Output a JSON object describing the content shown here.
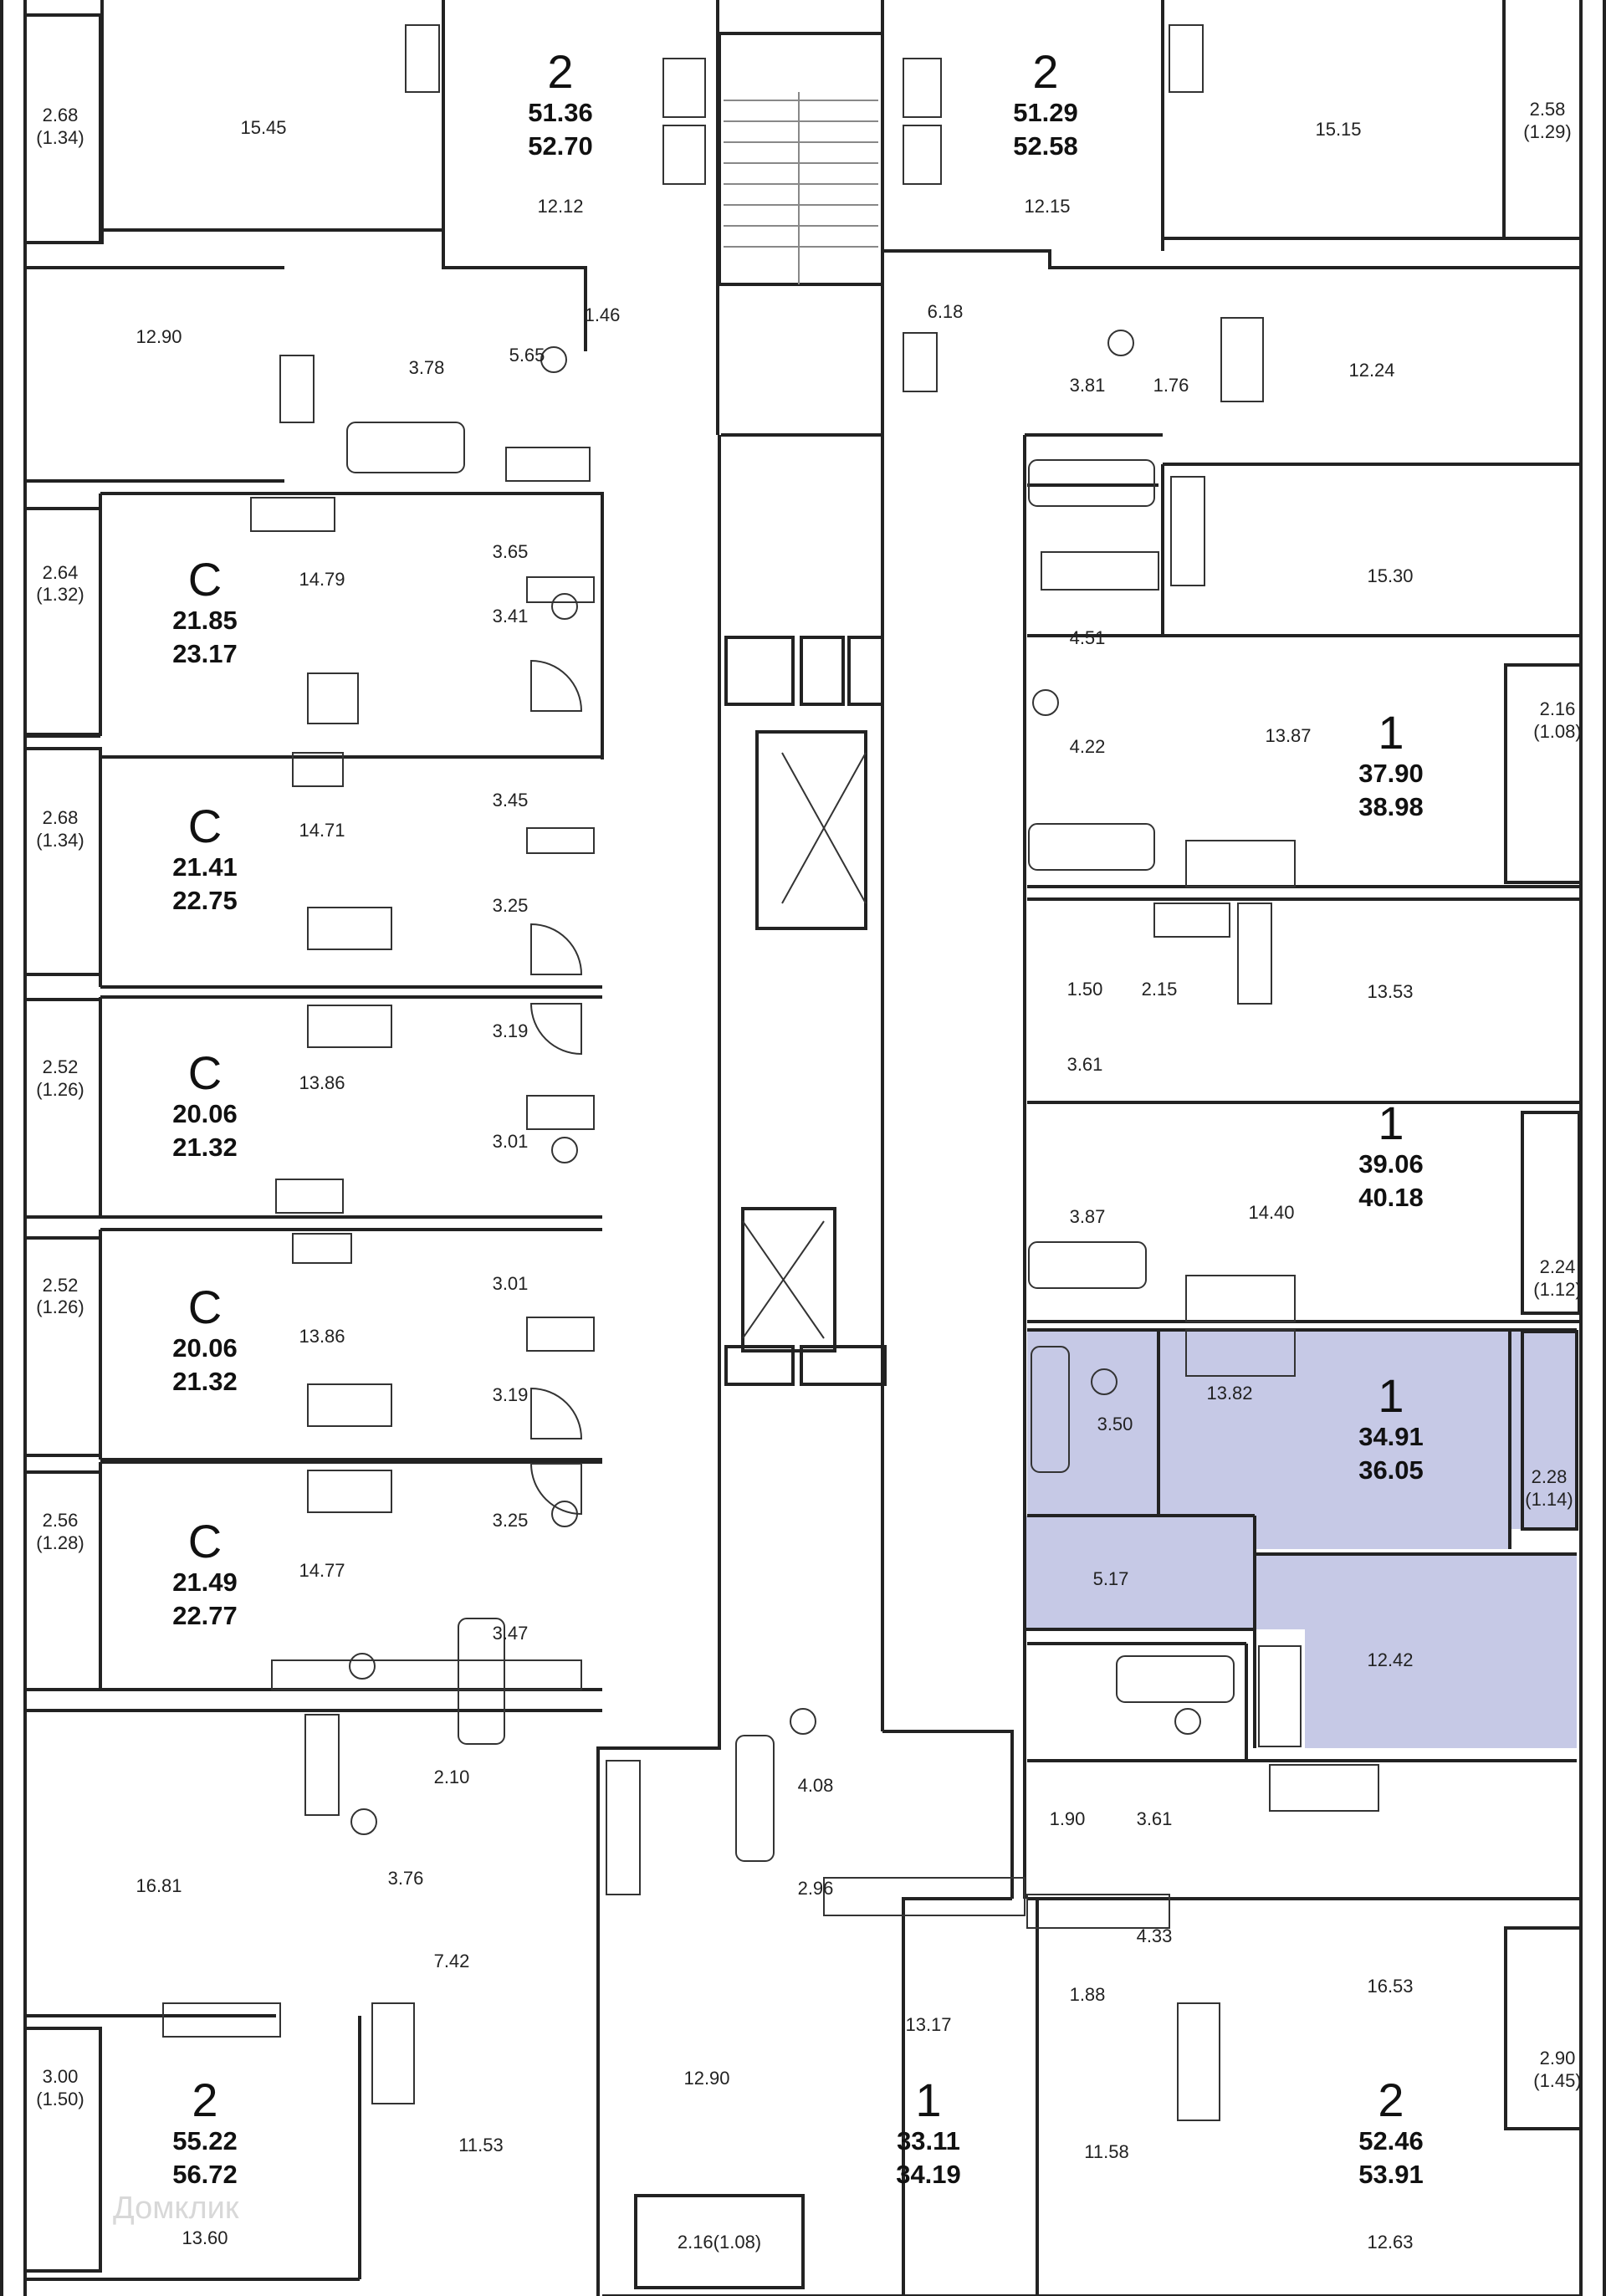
{
  "colors": {
    "wall": "#222222",
    "highlight": "#c6c9e6",
    "hatch": "#222222"
  },
  "apartments": [
    {
      "id": "apt-top-left-2",
      "type": "2",
      "living": "51.36",
      "total": "52.70"
    },
    {
      "id": "apt-top-right-2",
      "type": "2",
      "living": "51.29",
      "total": "52.58"
    },
    {
      "id": "apt-studio-1",
      "type": "С",
      "living": "21.85",
      "total": "23.17"
    },
    {
      "id": "apt-studio-2",
      "type": "С",
      "living": "21.41",
      "total": "22.75"
    },
    {
      "id": "apt-studio-3",
      "type": "С",
      "living": "20.06",
      "total": "21.32"
    },
    {
      "id": "apt-studio-4",
      "type": "С",
      "living": "20.06",
      "total": "21.32"
    },
    {
      "id": "apt-studio-5",
      "type": "С",
      "living": "21.49",
      "total": "22.77"
    },
    {
      "id": "apt-right-1a",
      "type": "1",
      "living": "37.90",
      "total": "38.98"
    },
    {
      "id": "apt-right-1b",
      "type": "1",
      "living": "39.06",
      "total": "40.18"
    },
    {
      "id": "apt-right-1c-selected",
      "type": "1",
      "living": "34.91",
      "total": "36.05"
    },
    {
      "id": "apt-bottom-left-2",
      "type": "2",
      "living": "55.22",
      "total": "56.72"
    },
    {
      "id": "apt-bottom-mid-1",
      "type": "1",
      "living": "33.11",
      "total": "34.19"
    },
    {
      "id": "apt-bottom-right-2",
      "type": "2",
      "living": "52.46",
      "total": "53.91"
    }
  ],
  "rooms": [
    "15.45",
    "12.12",
    "2.68",
    "(1.34)",
    "1.46",
    "12.90",
    "3.78",
    "5.65",
    "15.15",
    "12.15",
    "2.58",
    "(1.29)",
    "6.18",
    "3.81",
    "1.76",
    "12.24",
    "3.65",
    "14.79",
    "2.64",
    "(1.32)",
    "3.41",
    "3.45",
    "14.71",
    "2.68",
    "(1.34)",
    "3.25",
    "3.19",
    "13.86",
    "2.52",
    "(1.26)",
    "3.01",
    "3.01",
    "13.86",
    "2.52",
    "(1.26)",
    "3.19",
    "3.25",
    "14.77",
    "2.56",
    "(1.28)",
    "3.47",
    "15.30",
    "4.51",
    "4.22",
    "13.87",
    "2.16",
    "(1.08)",
    "13.53",
    "1.50",
    "2.15",
    "3.61",
    "3.87",
    "14.40",
    "2.24",
    "(1.12)",
    "3.50",
    "13.82",
    "2.28",
    "(1.14)",
    "5.17",
    "12.42",
    "2.10",
    "16.81",
    "3.76",
    "7.42",
    "3.00",
    "(1.50)",
    "11.53",
    "13.60",
    "4.08",
    "2.96",
    "12.90",
    "13.17",
    "2.16(1.08)",
    "1.90",
    "3.61",
    "4.33",
    "1.88",
    "16.53",
    "11.58",
    "2.90",
    "(1.45)",
    "12.63"
  ],
  "watermark": "Домклик"
}
